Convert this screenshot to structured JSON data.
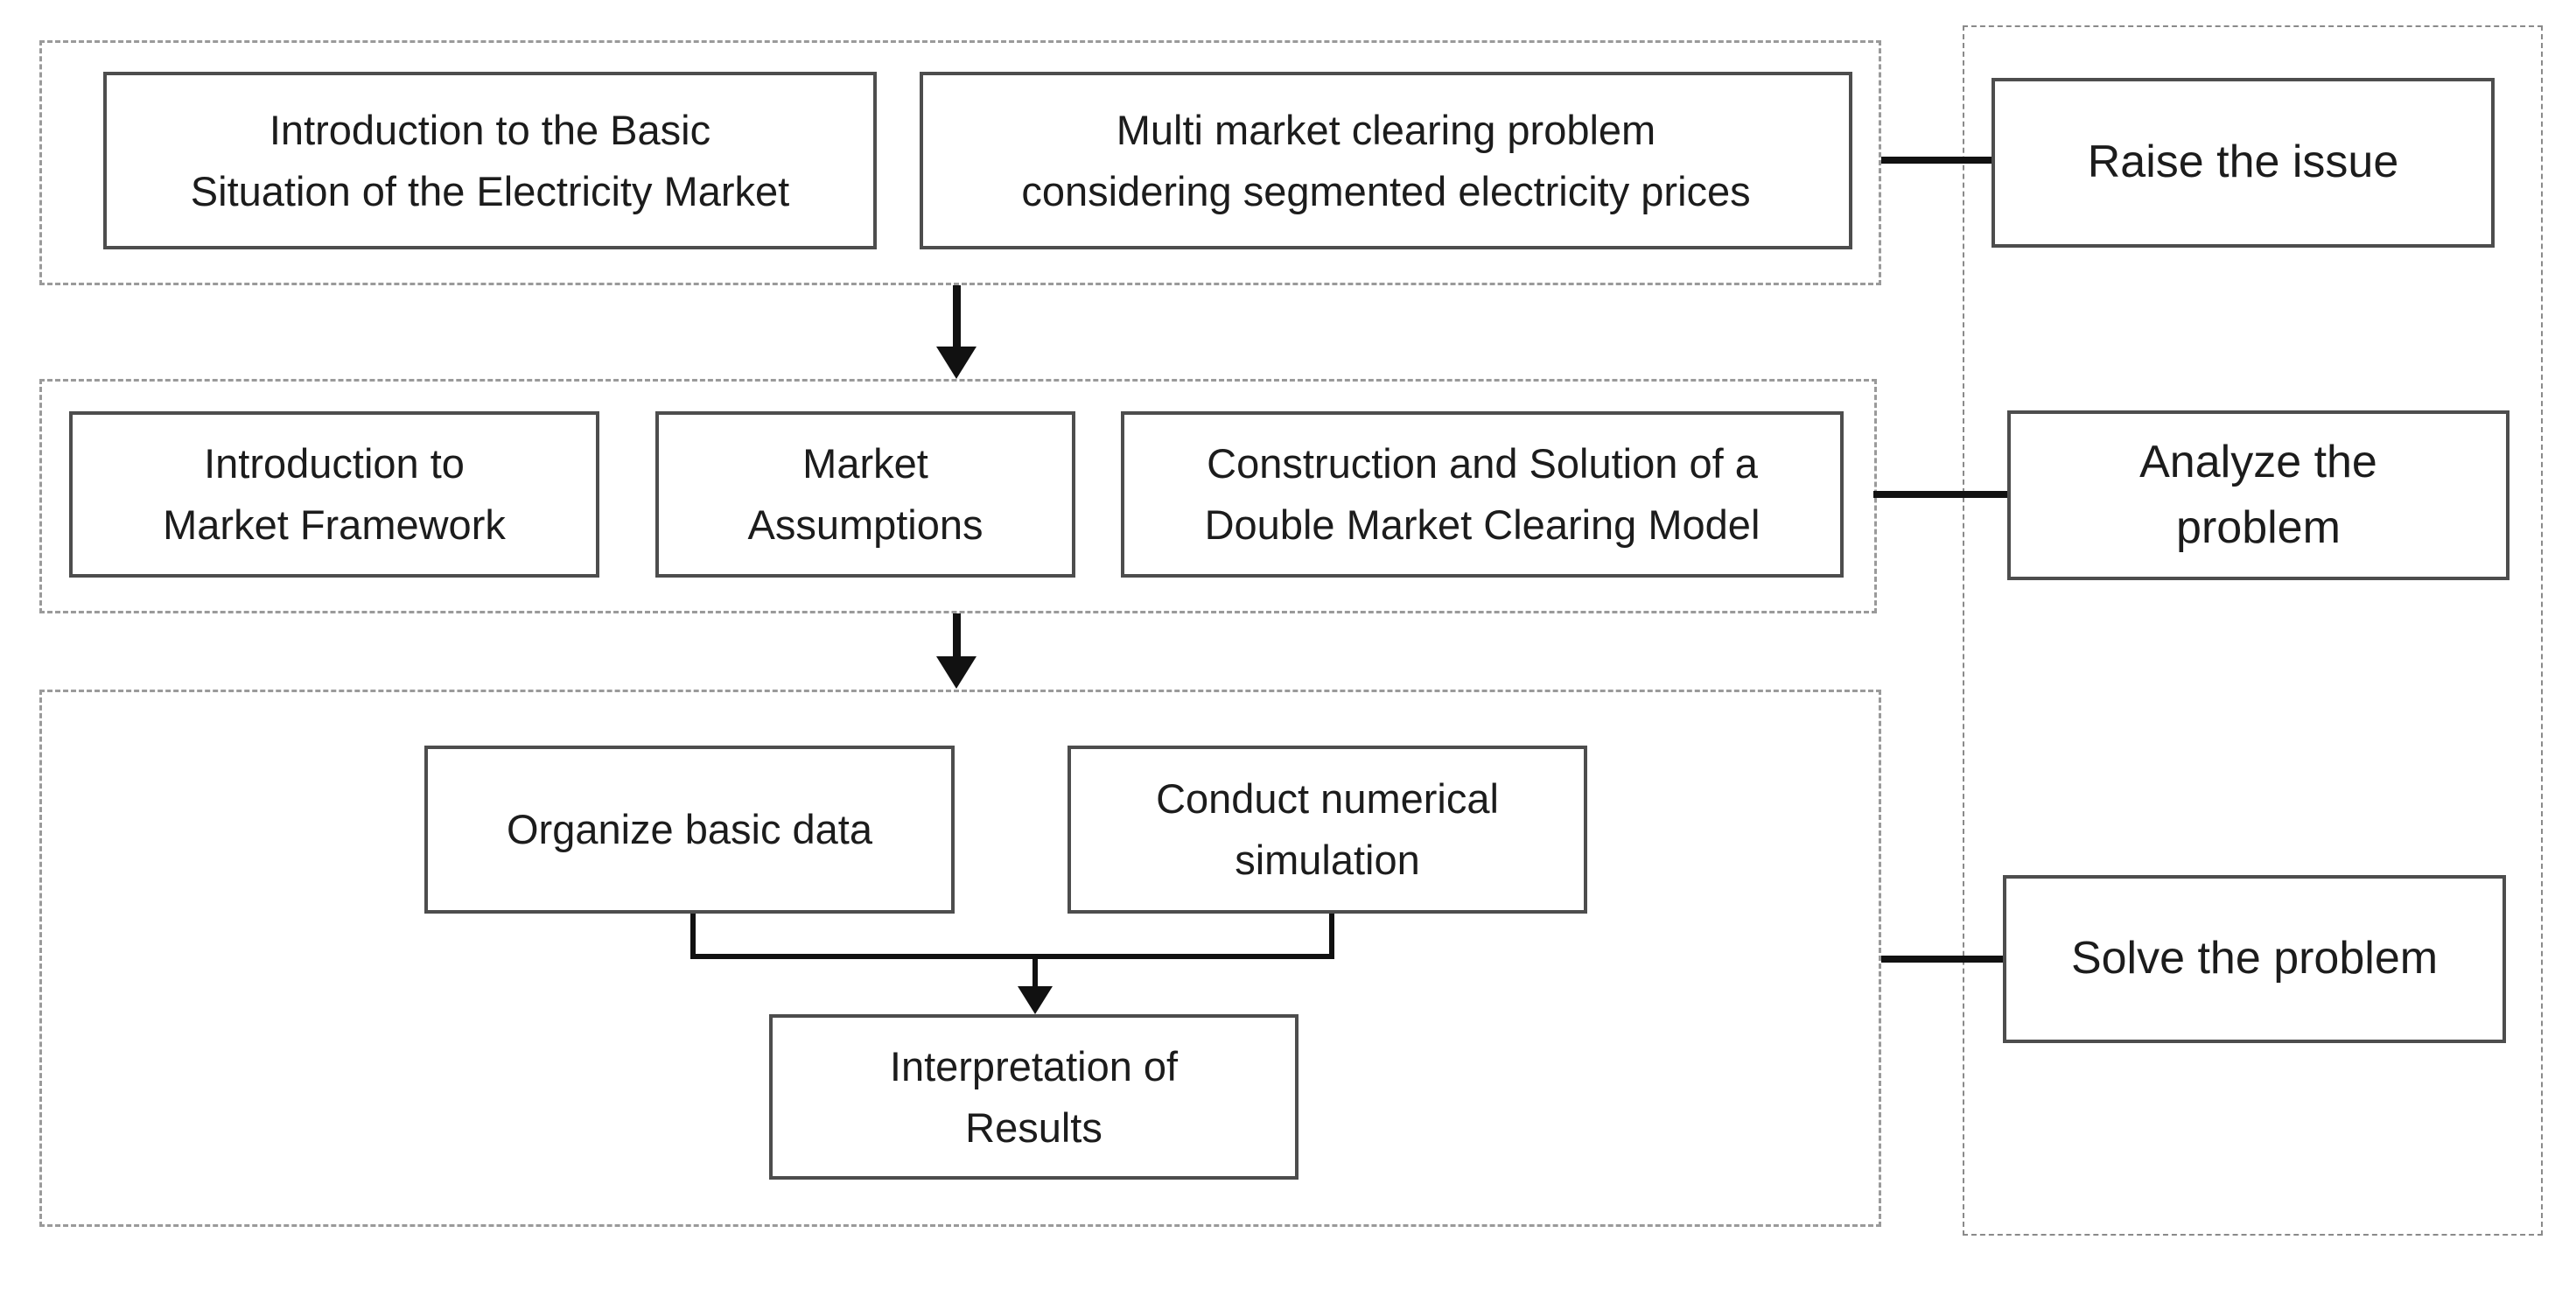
{
  "flow": {
    "row1": {
      "box1": "Introduction to the Basic\nSituation of the Electricity Market",
      "box2": "Multi market clearing problem\nconsidering segmented electricity prices"
    },
    "row2": {
      "box1": "Introduction to\nMarket Framework",
      "box2": "Market\nAssumptions",
      "box3": "Construction and Solution of a\nDouble Market Clearing Model"
    },
    "row3": {
      "box1": "Organize basic data",
      "box2": "Conduct numerical\nsimulation",
      "box3": "Interpretation of\nResults"
    }
  },
  "side": {
    "label1": "Raise the issue",
    "label2": "Analyze the\nproblem",
    "label3": "Solve the problem"
  },
  "colors": {
    "background": "#ffffff",
    "box_border": "#4d4d4d",
    "container_border": "#9a9a9a",
    "side_container_border": "#8a8a8a",
    "text": "#1c1c1c",
    "connector": "#111111"
  }
}
